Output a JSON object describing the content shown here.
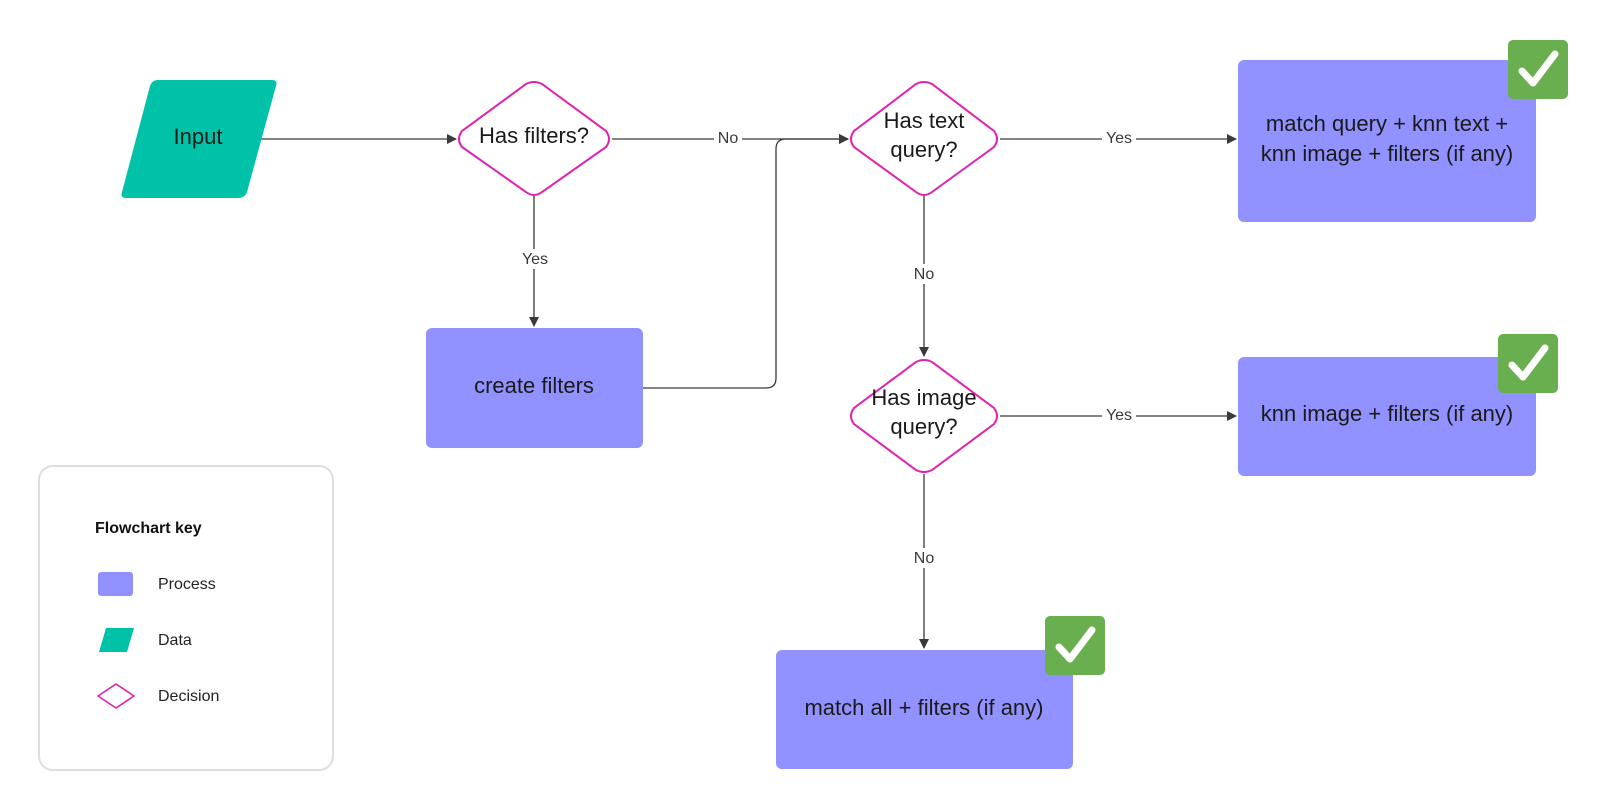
{
  "nodes": {
    "input": {
      "label": "Input"
    },
    "has_filters": {
      "label": "Has filters?"
    },
    "create_filters": {
      "label": "create filters"
    },
    "has_text_query": {
      "line1": "Has text",
      "line2": "query?"
    },
    "has_image_query": {
      "line1": "Has image",
      "line2": "query?"
    },
    "match_query": {
      "line1": "match query + knn text +",
      "line2": "knn image + filters (if any)"
    },
    "knn_image": {
      "label": "knn image + filters (if any)"
    },
    "match_all": {
      "label": "match all + filters (if any)"
    }
  },
  "edges": {
    "filters_no": "No",
    "filters_yes": "Yes",
    "text_yes": "Yes",
    "text_no": "No",
    "image_yes": "Yes",
    "image_no": "No"
  },
  "key": {
    "title": "Flowchart key",
    "process": "Process",
    "data": "Data",
    "decision": "Decision"
  },
  "colors": {
    "process": "#9191FF",
    "data": "#00C2A8",
    "decision_stroke": "#E020B0",
    "check_bg": "#6AAF4F",
    "line": "#3a3a3a",
    "key_border": "#dedede"
  },
  "icons": {
    "check": "checkmark-icon"
  }
}
